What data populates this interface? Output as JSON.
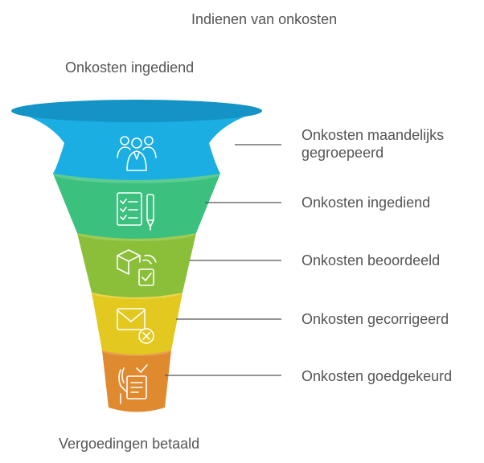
{
  "diagram": {
    "title": "Indienen van onkosten",
    "top_label": "Onkosten ingediend",
    "bottom_label": "Vergoedingen betaald",
    "stages": [
      {
        "label_line1": "Onkosten maandelijks",
        "label_line2": "gegroepeerd",
        "color": "#1aaee3",
        "icon": "group-people-icon"
      },
      {
        "label_line1": "Onkosten ingediend",
        "label_line2": "",
        "color": "#3cc07e",
        "icon": "checklist-pen-icon"
      },
      {
        "label_line1": "Onkosten beoordeeld",
        "label_line2": "",
        "color": "#8bbf3a",
        "icon": "box-check-icon"
      },
      {
        "label_line1": "Onkosten gecorrigeerd",
        "label_line2": "",
        "color": "#e3c820",
        "icon": "mail-x-icon"
      },
      {
        "label_line1": "Onkosten goedgekeurd",
        "label_line2": "",
        "color": "#e08a30",
        "icon": "hand-document-check-icon"
      }
    ]
  }
}
